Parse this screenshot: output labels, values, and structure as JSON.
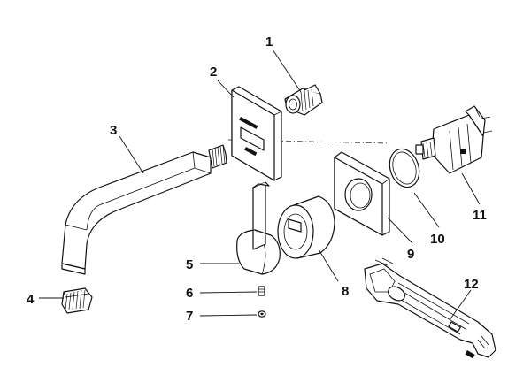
{
  "callouts": {
    "c1": "1",
    "c2": "2",
    "c3": "3",
    "c4": "4",
    "c5": "5",
    "c6": "6",
    "c7": "7",
    "c8": "8",
    "c9": "9",
    "c10": "10",
    "c11": "11",
    "c12": "12"
  },
  "colors": {
    "ink": "#111111",
    "background": "#ffffff"
  }
}
